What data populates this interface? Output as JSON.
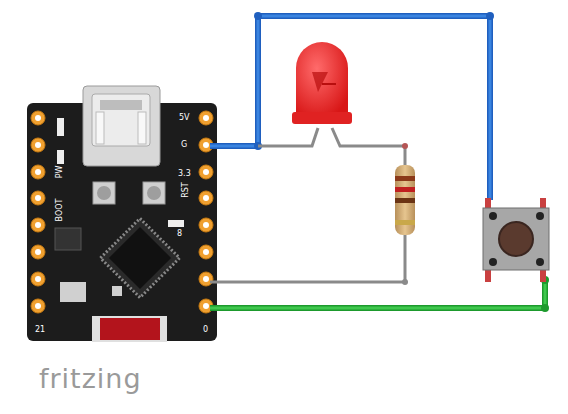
{
  "diagram": {
    "labels": [
      "5V",
      "G",
      "3.3",
      "PW",
      "BOOT",
      "RST",
      "8",
      "21",
      "0",
      "fritzing"
    ]
  }
}
